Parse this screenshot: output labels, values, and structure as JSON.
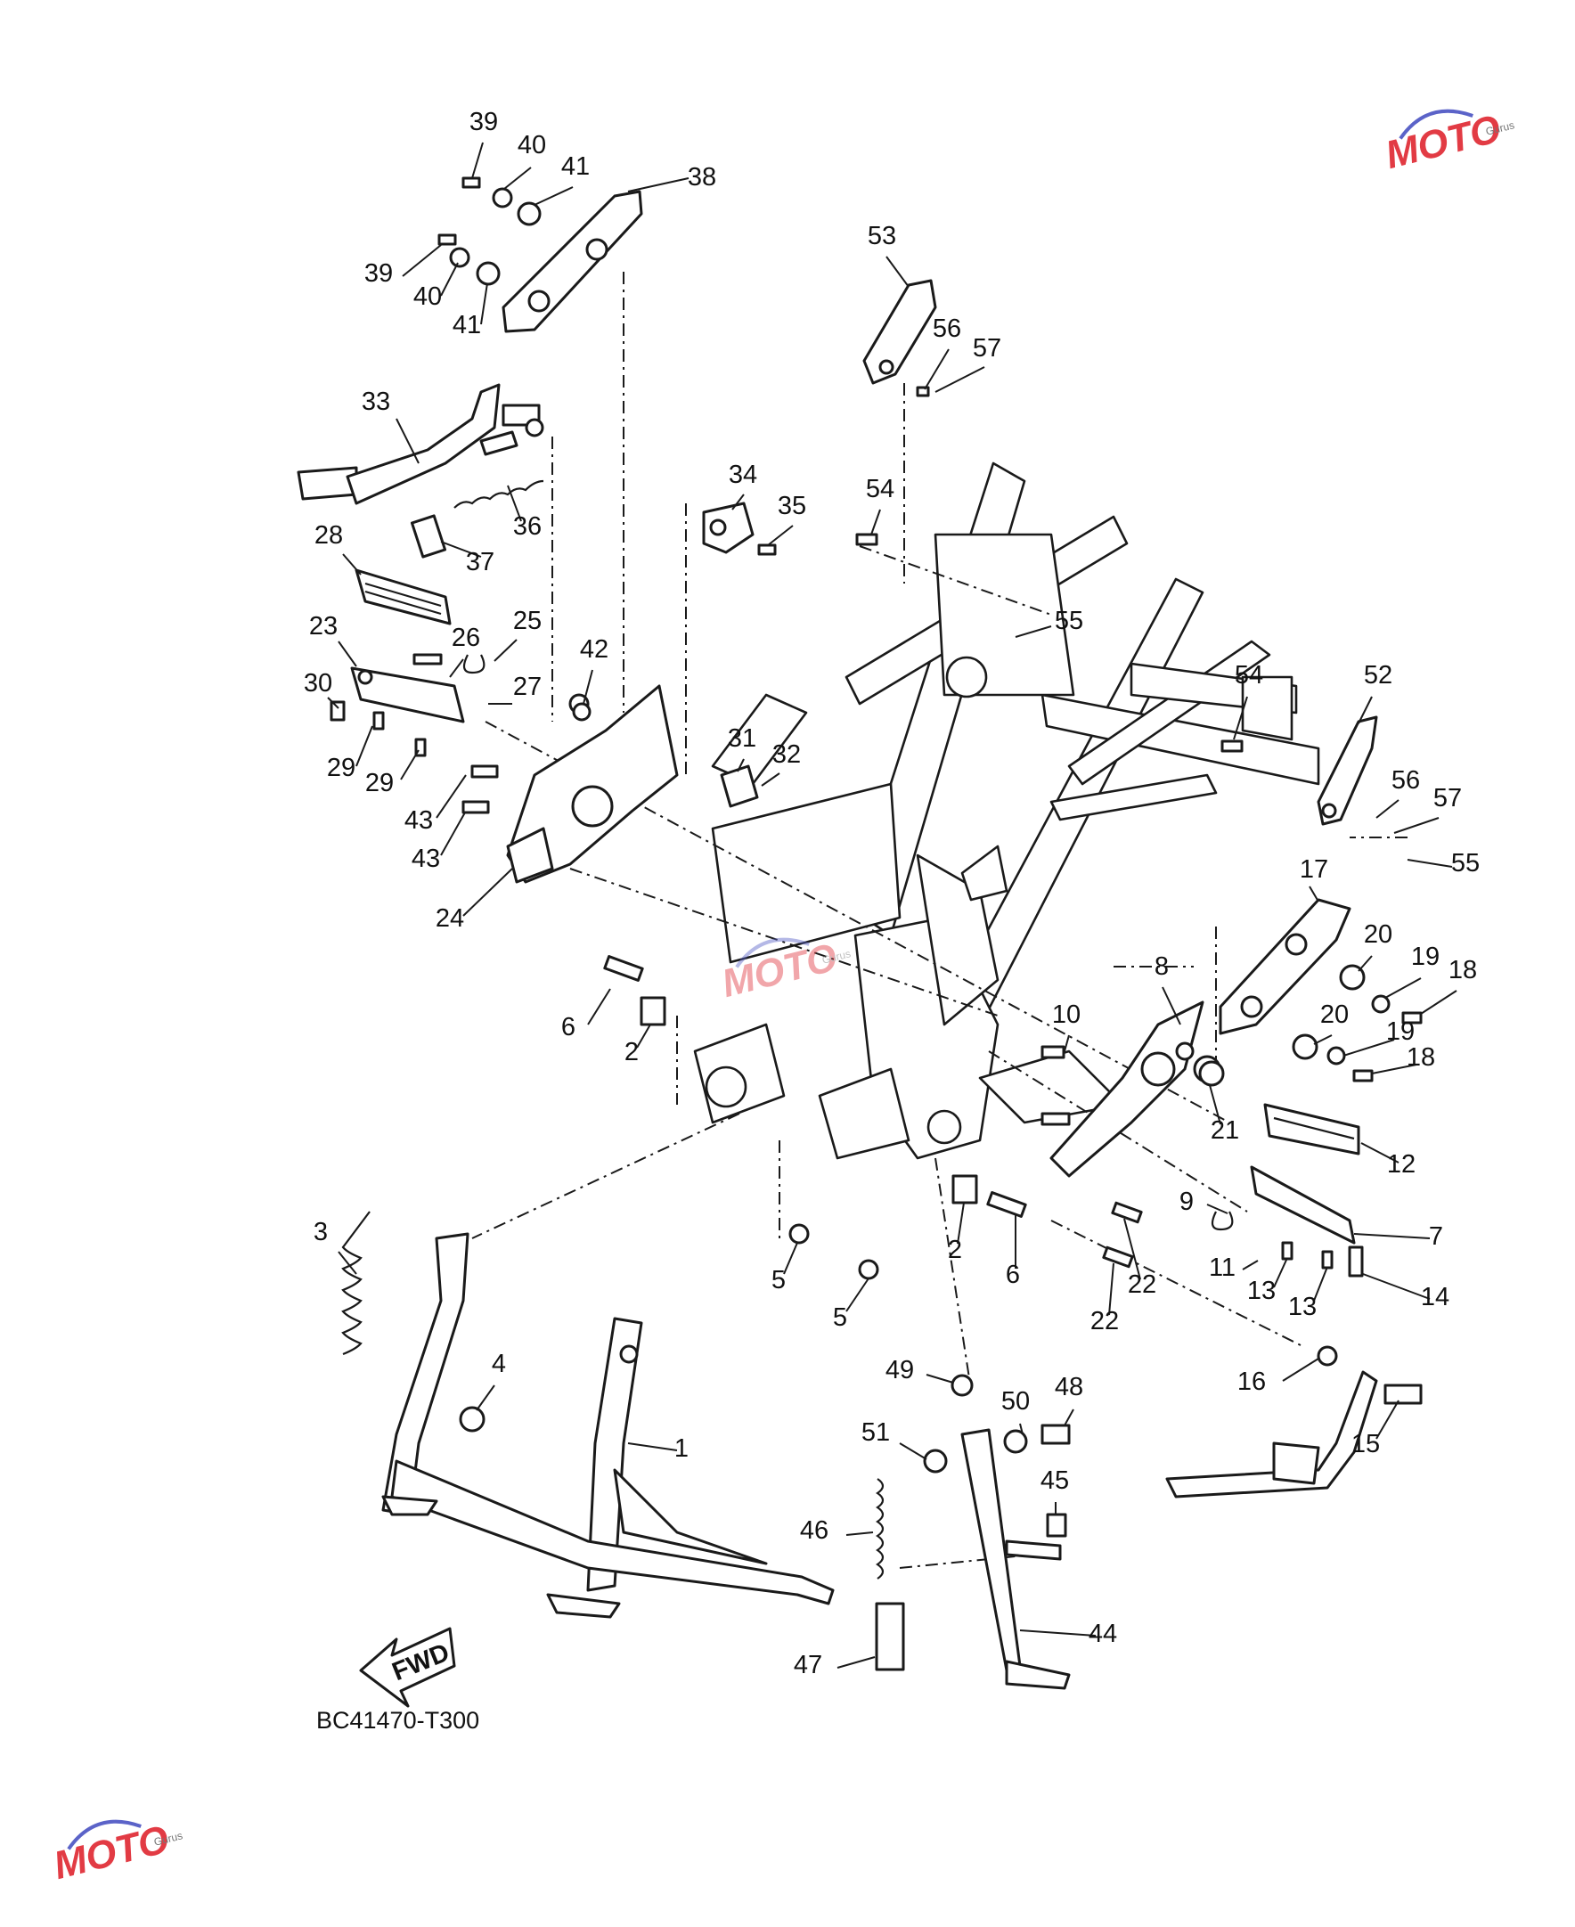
{
  "diagram": {
    "code": "BC41470-T300",
    "fwd_label": "FWD",
    "watermark": {
      "text": "MOTO",
      "sub": "Gurus",
      "color": "#e23b44",
      "accent": "#5b63c8"
    },
    "callouts": [
      {
        "id": "c39a",
        "n": "39"
      },
      {
        "id": "c40a",
        "n": "40"
      },
      {
        "id": "c41a",
        "n": "41"
      },
      {
        "id": "c38",
        "n": "38"
      },
      {
        "id": "c39b",
        "n": "39"
      },
      {
        "id": "c40b",
        "n": "40"
      },
      {
        "id": "c41b",
        "n": "41"
      },
      {
        "id": "c33",
        "n": "33"
      },
      {
        "id": "c36",
        "n": "36"
      },
      {
        "id": "c37",
        "n": "37"
      },
      {
        "id": "c34",
        "n": "34"
      },
      {
        "id": "c35",
        "n": "35"
      },
      {
        "id": "c53",
        "n": "53"
      },
      {
        "id": "c56a",
        "n": "56"
      },
      {
        "id": "c57a",
        "n": "57"
      },
      {
        "id": "c54a",
        "n": "54"
      },
      {
        "id": "c55a",
        "n": "55"
      },
      {
        "id": "c28",
        "n": "28"
      },
      {
        "id": "c23",
        "n": "23"
      },
      {
        "id": "c26",
        "n": "26"
      },
      {
        "id": "c25",
        "n": "25"
      },
      {
        "id": "c30",
        "n": "30"
      },
      {
        "id": "c27",
        "n": "27"
      },
      {
        "id": "c29a",
        "n": "29"
      },
      {
        "id": "c29b",
        "n": "29"
      },
      {
        "id": "c42",
        "n": "42"
      },
      {
        "id": "c31",
        "n": "31"
      },
      {
        "id": "c32",
        "n": "32"
      },
      {
        "id": "c43a",
        "n": "43"
      },
      {
        "id": "c43b",
        "n": "43"
      },
      {
        "id": "c24",
        "n": "24"
      },
      {
        "id": "c54b",
        "n": "54"
      },
      {
        "id": "c52",
        "n": "52"
      },
      {
        "id": "c56b",
        "n": "56"
      },
      {
        "id": "c57b",
        "n": "57"
      },
      {
        "id": "c55b",
        "n": "55"
      },
      {
        "id": "c17",
        "n": "17"
      },
      {
        "id": "c20a",
        "n": "20"
      },
      {
        "id": "c19a",
        "n": "19"
      },
      {
        "id": "c18a",
        "n": "18"
      },
      {
        "id": "c8",
        "n": "8"
      },
      {
        "id": "c10",
        "n": "10"
      },
      {
        "id": "c20b",
        "n": "20"
      },
      {
        "id": "c19b",
        "n": "19"
      },
      {
        "id": "c18b",
        "n": "18"
      },
      {
        "id": "c21",
        "n": "21"
      },
      {
        "id": "c12",
        "n": "12"
      },
      {
        "id": "c9",
        "n": "9"
      },
      {
        "id": "c7",
        "n": "7"
      },
      {
        "id": "c11",
        "n": "11"
      },
      {
        "id": "c13a",
        "n": "13"
      },
      {
        "id": "c13b",
        "n": "13"
      },
      {
        "id": "c14",
        "n": "14"
      },
      {
        "id": "c6a",
        "n": "6"
      },
      {
        "id": "c2a",
        "n": "2"
      },
      {
        "id": "c5a",
        "n": "5"
      },
      {
        "id": "c5b",
        "n": "5"
      },
      {
        "id": "c2b",
        "n": "2"
      },
      {
        "id": "c6b",
        "n": "6"
      },
      {
        "id": "c22a",
        "n": "22"
      },
      {
        "id": "c22b",
        "n": "22"
      },
      {
        "id": "c3",
        "n": "3"
      },
      {
        "id": "c4",
        "n": "4"
      },
      {
        "id": "c1",
        "n": "1"
      },
      {
        "id": "c49",
        "n": "49"
      },
      {
        "id": "c50",
        "n": "50"
      },
      {
        "id": "c48",
        "n": "48"
      },
      {
        "id": "c51",
        "n": "51"
      },
      {
        "id": "c45",
        "n": "45"
      },
      {
        "id": "c46",
        "n": "46"
      },
      {
        "id": "c44",
        "n": "44"
      },
      {
        "id": "c47",
        "n": "47"
      },
      {
        "id": "c16",
        "n": "16"
      },
      {
        "id": "c15",
        "n": "15"
      }
    ]
  }
}
